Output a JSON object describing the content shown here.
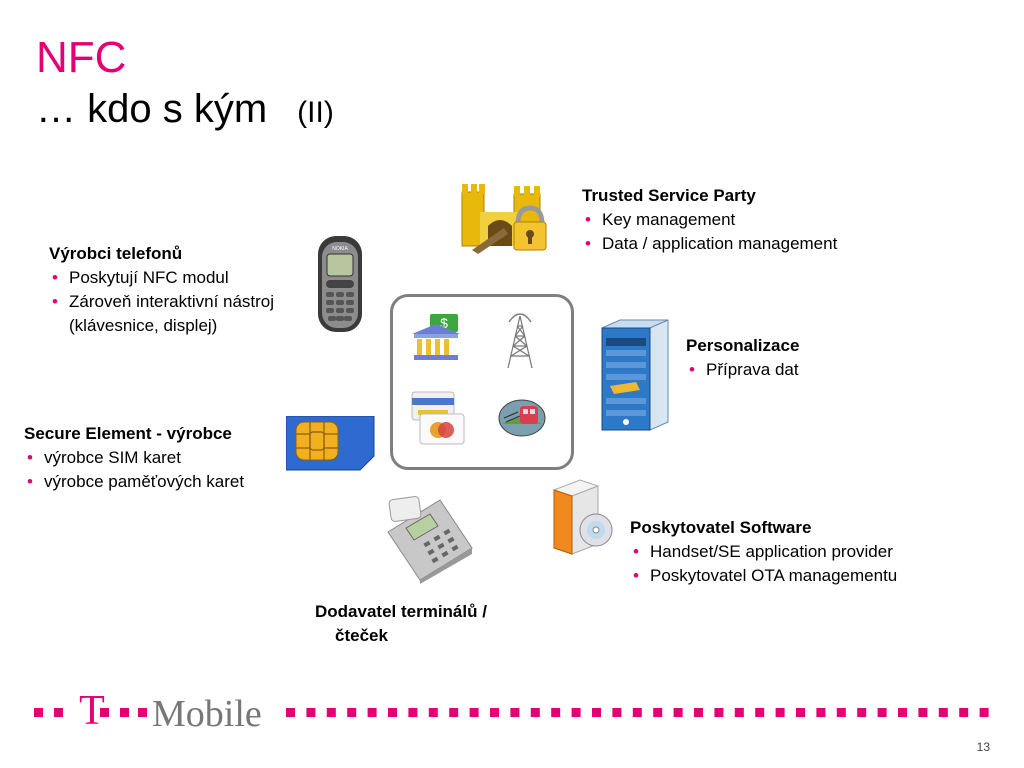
{
  "slide": {
    "title": "NFC",
    "subtitle": "… kdo s kým",
    "subtitle_part": "(II)",
    "page_number": "13"
  },
  "trusted": {
    "head": "Trusted Service Party",
    "items": [
      "Key management",
      "Data / application management"
    ]
  },
  "phone_makers": {
    "head": "Výrobci telefonů",
    "items": [
      "Poskytují NFC modul",
      "Zároveň interaktivní nástroj"
    ],
    "continuation": "(klávesnice, displej)"
  },
  "personalization": {
    "head": "Personalizace",
    "items": [
      "Příprava dat"
    ]
  },
  "secure_element": {
    "head": "Secure Element - výrobce",
    "items": [
      "výrobce SIM karet",
      "výrobce paměťových karet"
    ]
  },
  "software": {
    "head": "Poskytovatel Software",
    "items": [
      "Handset/SE application provider",
      "Poskytovatel OTA managementu"
    ]
  },
  "terminals": {
    "line1": "Dodavatel terminálů /",
    "line2": "čteček"
  },
  "brand": {
    "name": "Mobile",
    "letter": "T",
    "color": "#e20074"
  },
  "icons": {
    "castle": "castle-lock-icon",
    "phone": "mobile-phone-icon",
    "server": "server-icon",
    "sim": "sim-card-icon",
    "software": "software-box-icon",
    "terminal": "payment-terminal-icon",
    "bank": "bank-icon",
    "antenna": "antenna-tower-icon",
    "cards": "credit-cards-icon",
    "transport": "public-transport-icon"
  }
}
